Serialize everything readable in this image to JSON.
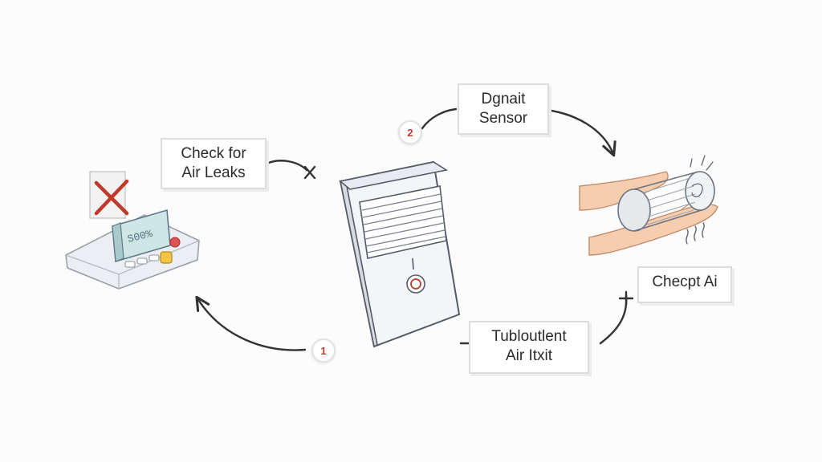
{
  "labels": {
    "check_leaks": {
      "line1": "Check for",
      "line2": "Air Leaks"
    },
    "sensor": {
      "line1": "Dgnait",
      "line2": "Sensor"
    },
    "check_air": {
      "line1": "Checpt Ai"
    },
    "turbulent": {
      "line1": "Tubloutlent",
      "line2": "Air Itxit"
    }
  },
  "badges": {
    "step1": "1",
    "step2": "2"
  },
  "thermostat": {
    "display": "S00%"
  },
  "colors": {
    "accent_red": "#c0392b",
    "ink": "#2b2b2b",
    "skin": "#f7cdb0",
    "device_body": "#f4f5f8"
  },
  "icons": [
    "x-mark-icon",
    "thermostat-icon",
    "dehumidifier-icon",
    "hands-icon",
    "fan-filter-icon",
    "cross-mark-icon"
  ]
}
